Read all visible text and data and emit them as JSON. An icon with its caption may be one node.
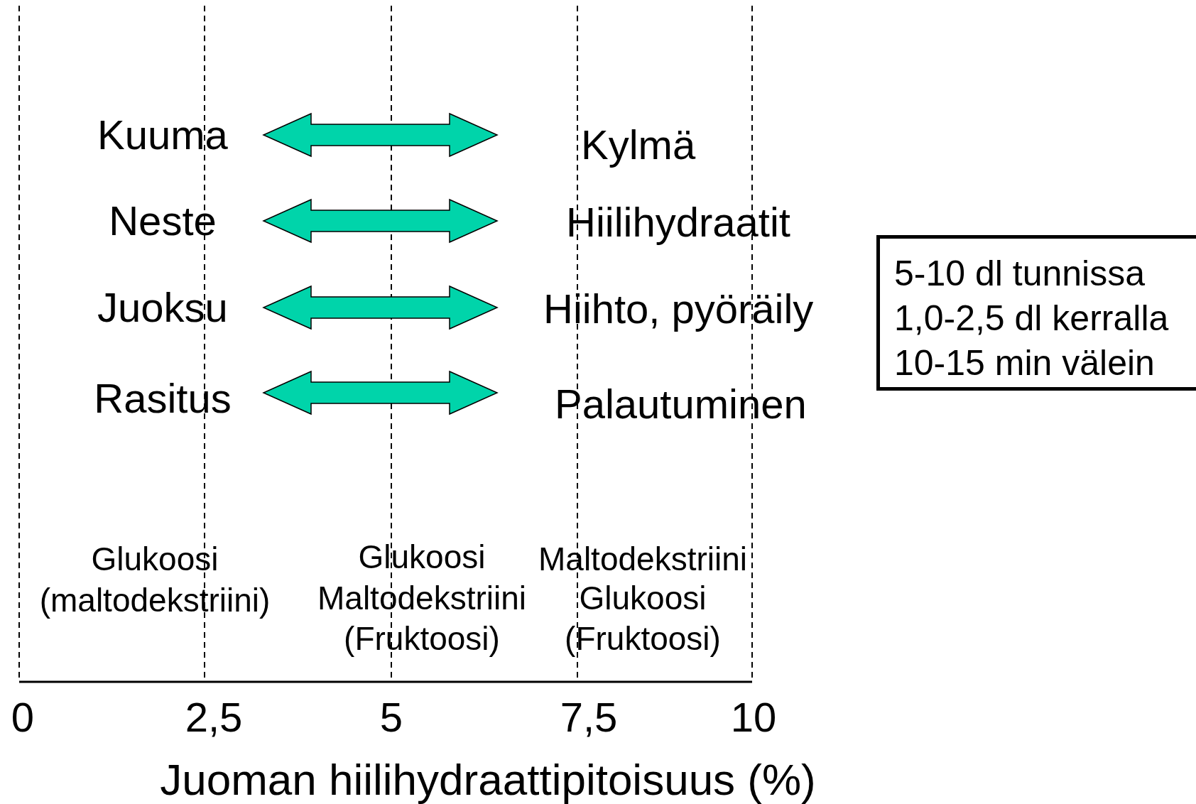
{
  "diagram": {
    "nodes": [
      {
        "text": [
          "Kuuma"
        ]
      },
      {
        "text": [
          "Neste"
        ]
      },
      {
        "text": [
          "Juoksu"
        ]
      },
      {
        "text": [
          "Rasitus"
        ]
      },
      {
        "text": [
          "Kylmä"
        ]
      },
      {
        "text": [
          "Hiilihydraatit"
        ]
      },
      {
        "text": [
          "Hiihto, pyöräily"
        ]
      },
      {
        "text": [
          "Palautuminen"
        ]
      },
      {
        "text": [
          "5-10 dl tunnissa",
          "1,0-2,5 dl kerralla",
          "10-15 min välein"
        ]
      }
    ],
    "edges": [
      {
        "from": 0,
        "to": 4,
        "arrow": "both",
        "color": "#00d4aa"
      },
      {
        "from": 1,
        "to": 5,
        "arrow": "both",
        "color": "#00d4aa"
      },
      {
        "from": 2,
        "to": 6,
        "arrow": "both",
        "color": "#00d4aa"
      },
      {
        "from": 3,
        "to": 7,
        "arrow": "both",
        "color": "#00d4aa"
      }
    ],
    "labels": [
      "Glukoosi",
      "(maltodekstriini)",
      "Glukoosi",
      "Maltodekstriini",
      "(Fruktoosi)",
      "Maltodekstriini",
      "Glukoosi",
      "(Fruktoosi)",
      "0",
      "2,5",
      "5",
      "7,5",
      "10",
      "Juoman hiilihydraattipitoisuus (%)"
    ]
  }
}
